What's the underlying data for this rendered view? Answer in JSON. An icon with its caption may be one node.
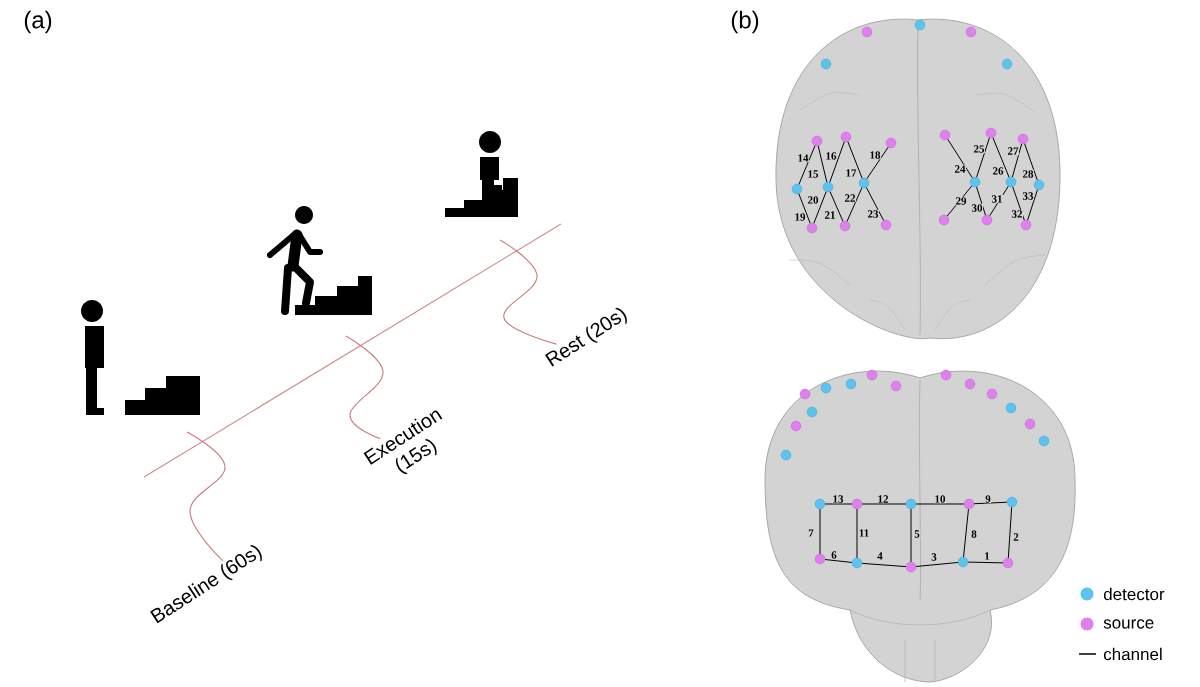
{
  "diagram": {
    "nodes": [
      {
        "text": [
          "Baseline (60s)"
        ]
      },
      {
        "text": [
          "Execution (15s)"
        ]
      },
      {
        "text": [
          "Rest (20s)"
        ]
      },
      {
        "text": [],
        "shape": "circle"
      },
      {
        "text": [],
        "shape": "circle"
      },
      {
        "text": [],
        "shape": "circle"
      },
      {
        "text": [],
        "shape": "circle"
      },
      {
        "text": [],
        "shape": "circle"
      },
      {
        "text": [],
        "shape": "circle"
      },
      {
        "text": [],
        "shape": "circle"
      },
      {
        "text": [],
        "shape": "circle"
      },
      {
        "text": [],
        "shape": "circle"
      },
      {
        "text": [],
        "shape": "circle"
      },
      {
        "text": [],
        "shape": "circle"
      },
      {
        "text": [],
        "shape": "circle"
      },
      {
        "text": [],
        "shape": "circle"
      },
      {
        "text": [],
        "shape": "circle"
      },
      {
        "text": [],
        "shape": "circle"
      },
      {
        "text": [],
        "shape": "circle"
      },
      {
        "text": [],
        "shape": "circle"
      },
      {
        "text": [],
        "shape": "circle"
      },
      {
        "text": [],
        "shape": "circle"
      },
      {
        "text": [],
        "shape": "circle"
      },
      {
        "text": [],
        "shape": "circle"
      },
      {
        "text": [],
        "shape": "circle"
      },
      {
        "text": [],
        "shape": "circle"
      },
      {
        "text": [],
        "shape": "circle"
      },
      {
        "text": [],
        "shape": "circle"
      },
      {
        "text": [],
        "shape": "circle"
      },
      {
        "text": [],
        "shape": "circle"
      },
      {
        "text": [],
        "shape": "circle"
      },
      {
        "text": [],
        "shape": "circle"
      },
      {
        "text": [],
        "shape": "circle"
      },
      {
        "text": [],
        "shape": "circle"
      },
      {
        "text": [],
        "shape": "circle"
      },
      {
        "text": [],
        "shape": "circle"
      },
      {
        "text": [],
        "shape": "circle"
      },
      {
        "text": [],
        "shape": "circle"
      },
      {
        "text": [],
        "shape": "circle"
      },
      {
        "text": [],
        "shape": "circle"
      },
      {
        "text": [],
        "shape": "circle"
      },
      {
        "text": [],
        "shape": "circle"
      },
      {
        "text": [],
        "shape": "circle"
      },
      {
        "text": [],
        "shape": "circle"
      },
      {
        "text": [],
        "shape": "circle"
      },
      {
        "text": [],
        "shape": "circle"
      },
      {
        "text": [],
        "shape": "circle"
      },
      {
        "text": [],
        "shape": "circle"
      },
      {
        "text": [],
        "shape": "circle"
      },
      {
        "text": [],
        "shape": "circle"
      }
    ],
    "edges": [
      {
        "from": 48,
        "to": 49,
        "arrow": "none",
        "label": "1"
      },
      {
        "from": 44,
        "to": 49,
        "arrow": "none",
        "label": "2"
      },
      {
        "from": 47,
        "to": 48,
        "arrow": "none",
        "label": "3"
      },
      {
        "from": 46,
        "to": 47,
        "arrow": "none",
        "label": "4"
      },
      {
        "from": 42,
        "to": 47,
        "arrow": "none",
        "label": "5"
      },
      {
        "from": 45,
        "to": 46,
        "arrow": "none",
        "label": "6"
      },
      {
        "from": 40,
        "to": 45,
        "arrow": "none",
        "label": "7"
      },
      {
        "from": 43,
        "to": 48,
        "arrow": "none",
        "label": "8"
      },
      {
        "from": 43,
        "to": 44,
        "arrow": "none",
        "label": "9"
      },
      {
        "from": 42,
        "to": 43,
        "arrow": "none",
        "label": "10"
      },
      {
        "from": 41,
        "to": 46,
        "arrow": "none",
        "label": "11"
      },
      {
        "from": 41,
        "to": 42,
        "arrow": "none",
        "label": "12"
      },
      {
        "from": 40,
        "to": 41,
        "arrow": "none",
        "label": "13"
      },
      {
        "from": 8,
        "to": 11,
        "arrow": "none",
        "label": "14"
      },
      {
        "from": 8,
        "to": 12,
        "arrow": "none",
        "label": "15"
      },
      {
        "from": 9,
        "to": 12,
        "arrow": "none",
        "label": "16"
      },
      {
        "from": 9,
        "to": 13,
        "arrow": "none",
        "label": "17"
      },
      {
        "from": 10,
        "to": 13,
        "arrow": "none",
        "label": "18"
      },
      {
        "from": 11,
        "to": 14,
        "arrow": "none",
        "label": "19"
      },
      {
        "from": 12,
        "to": 14,
        "arrow": "none",
        "label": "20"
      },
      {
        "from": 12,
        "to": 15,
        "arrow": "none",
        "label": "21"
      },
      {
        "from": 13,
        "to": 15,
        "arrow": "none",
        "label": "22"
      },
      {
        "from": 13,
        "to": 16,
        "arrow": "none",
        "label": "23"
      },
      {
        "from": 17,
        "to": 20,
        "arrow": "none",
        "label": "24"
      },
      {
        "from": 18,
        "to": 20,
        "arrow": "none",
        "label": "25"
      },
      {
        "from": 18,
        "to": 21,
        "arrow": "none",
        "label": "26"
      },
      {
        "from": 19,
        "to": 21,
        "arrow": "none",
        "label": "27"
      },
      {
        "from": 19,
        "to": 22,
        "arrow": "none",
        "label": "28"
      },
      {
        "from": 20,
        "to": 23,
        "arrow": "none",
        "label": "29"
      },
      {
        "from": 20,
        "to": 24,
        "arrow": "none",
        "label": "30"
      },
      {
        "from": 21,
        "to": 24,
        "arrow": "none",
        "label": "31"
      },
      {
        "from": 21,
        "to": 25,
        "arrow": "none",
        "label": "32"
      },
      {
        "from": 22,
        "to": 25,
        "arrow": "none",
        "label": "33"
      },
      {
        "from": 0,
        "to": null,
        "arrow": "none",
        "color": "#c97b7b"
      },
      {
        "from": 1,
        "to": null,
        "arrow": "none",
        "color": "#c97b7b"
      },
      {
        "from": 2,
        "to": null,
        "arrow": "none",
        "color": "#c97b7b"
      }
    ],
    "labels": [
      "(a)",
      "(b)"
    ],
    "legend": [
      {
        "text": "detector",
        "color": "#5bc3ef"
      },
      {
        "text": "source",
        "color": "#e17ff0"
      },
      {
        "text": "channel"
      }
    ]
  }
}
